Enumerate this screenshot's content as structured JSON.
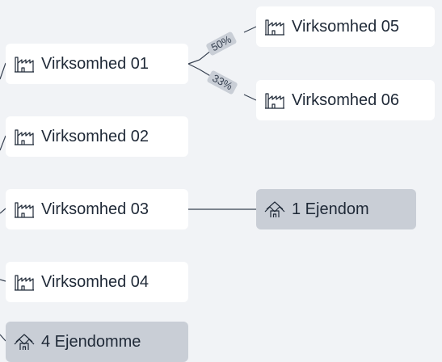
{
  "nodes": {
    "virksomhed_01": {
      "label": "Virksomhed 01",
      "icon": "factory-icon"
    },
    "virksomhed_02": {
      "label": "Virksomhed 02",
      "icon": "factory-icon"
    },
    "virksomhed_03": {
      "label": "Virksomhed 03",
      "icon": "factory-icon"
    },
    "virksomhed_04": {
      "label": "Virksomhed 04",
      "icon": "factory-icon"
    },
    "ejendomme_4": {
      "label": "4 Ejendomme",
      "icon": "house-icon"
    },
    "virksomhed_05": {
      "label": "Virksomhed 05",
      "icon": "factory-icon"
    },
    "virksomhed_06": {
      "label": "Virksomhed 06",
      "icon": "factory-icon"
    },
    "ejendom_1": {
      "label": "1 Ejendom",
      "icon": "house-icon"
    }
  },
  "ownership": {
    "to_virksomhed_05": "50%",
    "to_virksomhed_06": "33%"
  },
  "colors": {
    "background": "#f1f3f6",
    "company_node": "#ffffff",
    "property_node": "#c9ced6",
    "connector": "#374151",
    "text": "#1f2937"
  }
}
